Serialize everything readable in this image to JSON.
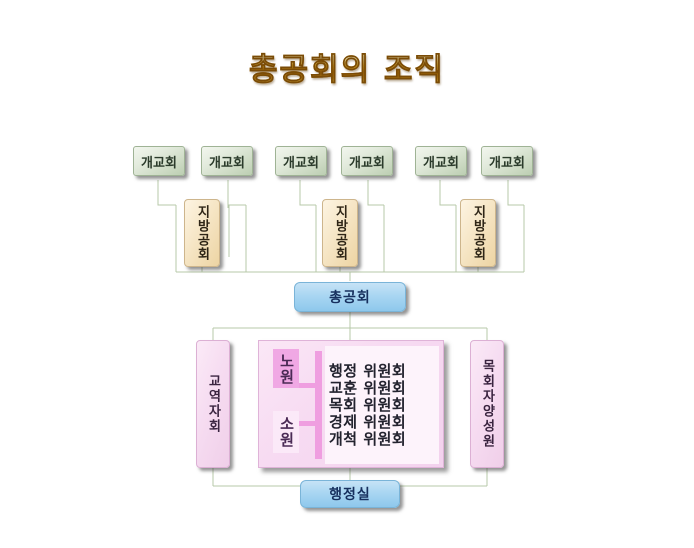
{
  "title": "총공회의 조직",
  "colors": {
    "background": "#ffffff",
    "connector": "#b7c9a8",
    "church_fill": "#cfdcc6",
    "region_fill": "#f0dcb4",
    "council_fill": "#a9d6f2",
    "panel_fill": "#f5d9f0",
    "spine": "#ef9ee0",
    "tag_no": "#f0a8e4",
    "tag_so": "#fbe9f8",
    "title_gold": "#e8b424"
  },
  "levels": {
    "churches": {
      "label_singular": "개교회",
      "items": [
        {
          "label": "개교회"
        },
        {
          "label": "개교회"
        },
        {
          "label": "개교회"
        },
        {
          "label": "개교회"
        },
        {
          "label": "개교회"
        },
        {
          "label": "개교회"
        }
      ]
    },
    "regions": {
      "label_singular": "지방공회",
      "items": [
        {
          "label": "지방공회"
        },
        {
          "label": "지방공회"
        },
        {
          "label": "지방공회"
        }
      ]
    },
    "general_council": {
      "label": "총공회"
    },
    "ministers_association": {
      "label": "교역자회"
    },
    "pastor_training": {
      "label": "목회자양성원"
    },
    "admin_office": {
      "label": "행정실"
    }
  },
  "committee_panel": {
    "groups": [
      {
        "tag": "노원"
      },
      {
        "tag": "소원"
      }
    ],
    "committees": [
      {
        "label": "행정 위원회"
      },
      {
        "label": "교훈 위원회"
      },
      {
        "label": "목회 위원회"
      },
      {
        "label": "경제 위원회"
      },
      {
        "label": "개척 위원회"
      }
    ]
  }
}
